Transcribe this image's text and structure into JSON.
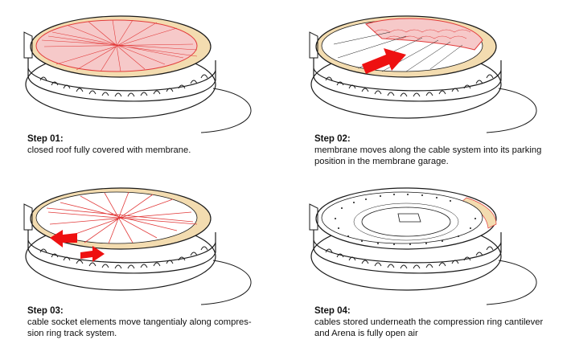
{
  "steps": [
    {
      "title": "Step 01:",
      "text": "closed roof fully covered with membrane."
    },
    {
      "title": "Step 02:",
      "text": "membrane moves along the cable system into  its parking\nposition in the membrane  garage."
    },
    {
      "title": "Step 03:",
      "text": "cable socket elements move tangentialy along compres-\nsion ring track system."
    },
    {
      "title": "Step 04:",
      "text": "cables stored underneath the compression ring cantilever\nand Arena is fully open air"
    }
  ],
  "colors": {
    "membrane": "#f6c9c9",
    "cable": "#e23b3b",
    "arrow": "#ee1111",
    "garage": "#f3dcb0",
    "ink": "#1a1a1a"
  }
}
